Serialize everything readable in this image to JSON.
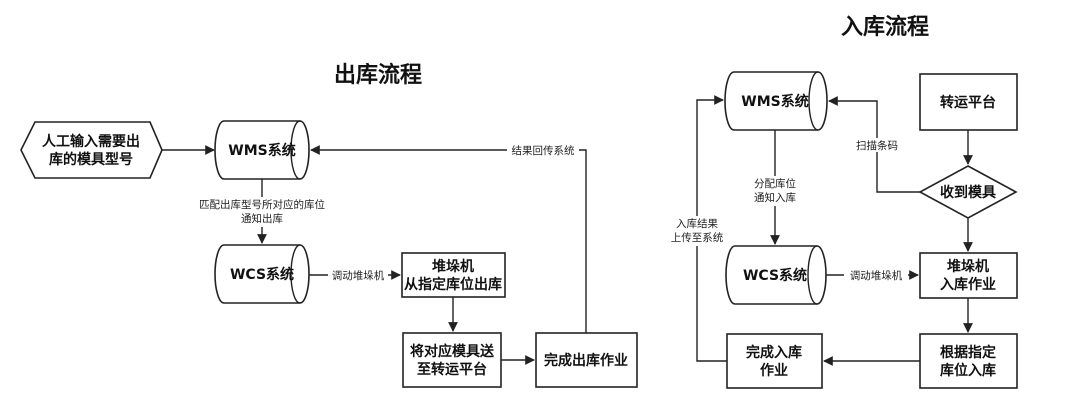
{
  "outbound": {
    "title": "出库流程",
    "nodes": {
      "manual_input": [
        "人工输入需要出",
        "库的模具型号"
      ],
      "wms": "WMS系统",
      "wcs": "WCS系统",
      "stacker": [
        "堆垛机",
        "从指定库位出库"
      ],
      "transfer": [
        "将对应模具送",
        "至转运平台"
      ],
      "complete": "完成出库作业"
    },
    "edges": {
      "match": [
        "匹配出库型号所对应的库位",
        "通知出库"
      ],
      "dispatch": "调动堆垛机",
      "feedback": "结果回传系统"
    }
  },
  "inbound": {
    "title": "入库流程",
    "nodes": {
      "wms": "WMS系统",
      "wcs": "WCS系统",
      "platform": "转运平台",
      "receive": "收到模具",
      "stacker": [
        "堆垛机",
        "入库作业"
      ],
      "locate": [
        "根据指定",
        "库位入库"
      ],
      "complete": [
        "完成入库",
        "作业"
      ]
    },
    "edges": {
      "assign": [
        "分配库位",
        "通知入库"
      ],
      "scan": "扫描条码",
      "dispatch": "调动堆垛机",
      "upload": [
        "入库结果",
        "上传至系统"
      ]
    }
  }
}
